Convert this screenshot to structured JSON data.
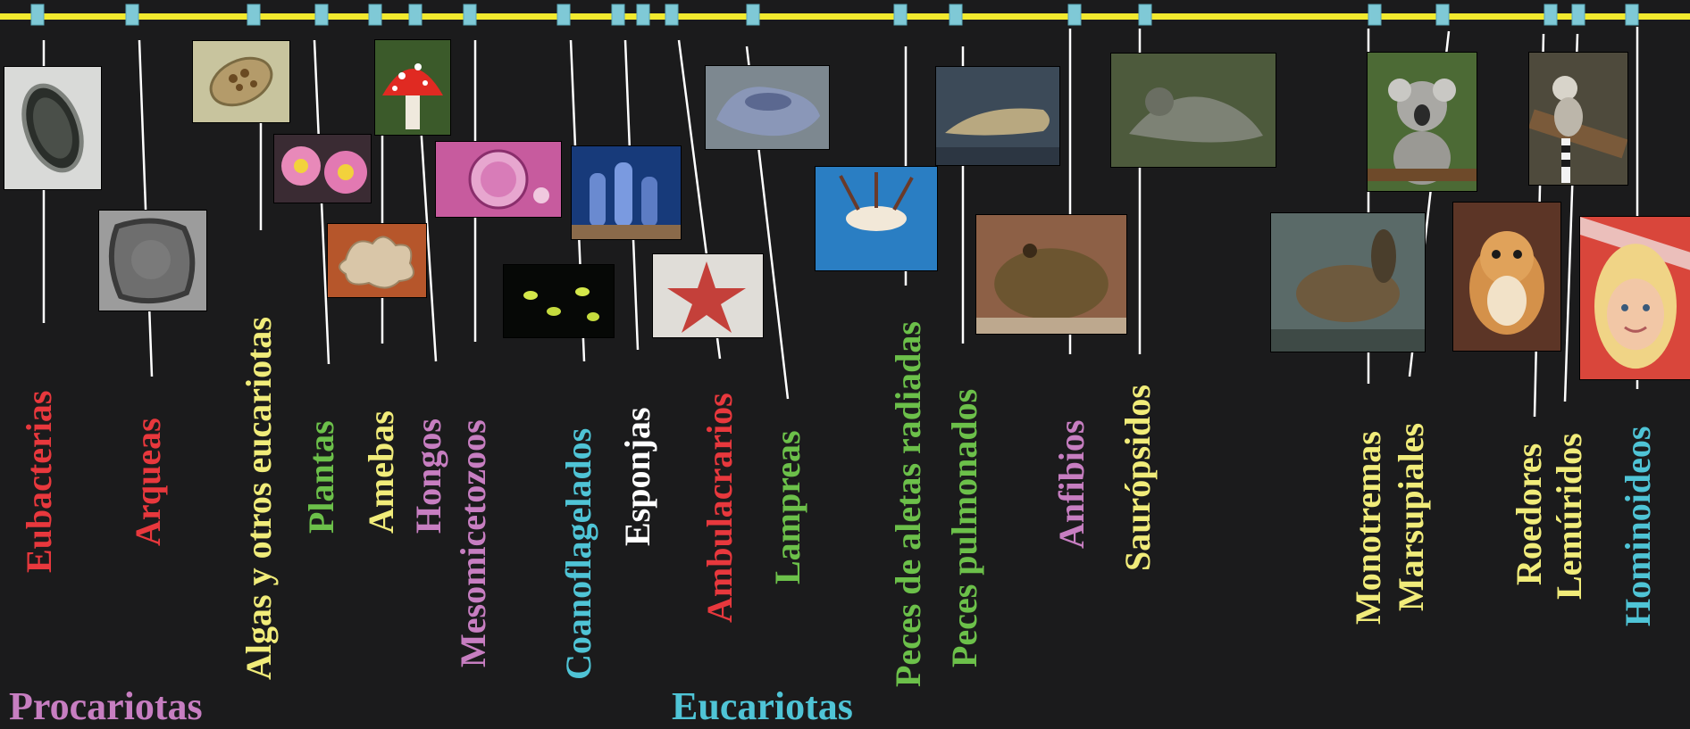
{
  "colors": {
    "background": "#1b1b1c",
    "timeline": "#f2ea2e",
    "marker": "#7fc9d6",
    "connector": "#ffffff",
    "red": "#e8383d",
    "yellow": "#f1ec7a",
    "green": "#6cc04a",
    "pink": "#c77ec1",
    "cyan": "#4fc4d6",
    "white": "#ffffff"
  },
  "groups": {
    "procariotas": "Procariotas",
    "eucariotas": "Eucariotas"
  },
  "taxa": [
    {
      "label": "Eubacterias",
      "color": "red"
    },
    {
      "label": "Arqueas",
      "color": "red"
    },
    {
      "label": "Algas y otros eucariotas",
      "color": "yellow"
    },
    {
      "label": "Plantas",
      "color": "green"
    },
    {
      "label": "Amebas",
      "color": "yellow"
    },
    {
      "label": "Hongos",
      "color": "pink"
    },
    {
      "label": "Mesomicetozoos",
      "color": "pink"
    },
    {
      "label": "Coanoflagelados",
      "color": "cyan"
    },
    {
      "label": "Esponjas",
      "color": "white"
    },
    {
      "label": "Ambulacrarios",
      "color": "red"
    },
    {
      "label": "Lampreas",
      "color": "green"
    },
    {
      "label": "Peces de aletas radiadas",
      "color": "green"
    },
    {
      "label": "Peces pulmonados",
      "color": "green"
    },
    {
      "label": "Anfibios",
      "color": "pink"
    },
    {
      "label": "Saurópsidos",
      "color": "yellow"
    },
    {
      "label": "Monotremas",
      "color": "yellow"
    },
    {
      "label": "Marsupiales",
      "color": "yellow"
    },
    {
      "label": "Roedores",
      "color": "yellow"
    },
    {
      "label": "Lemúridos",
      "color": "yellow"
    },
    {
      "label": "Hominoideos",
      "color": "cyan"
    }
  ],
  "photos": [
    "bacterium",
    "archaeon",
    "alga",
    "cactus-flowers",
    "amoeba",
    "red-mushroom",
    "tissue-cells",
    "flagellates",
    "sponges",
    "starfish",
    "lamprey",
    "lionfish",
    "lungfish",
    "toad",
    "iguana",
    "platypus",
    "koala",
    "hamster",
    "lemur",
    "girl"
  ]
}
